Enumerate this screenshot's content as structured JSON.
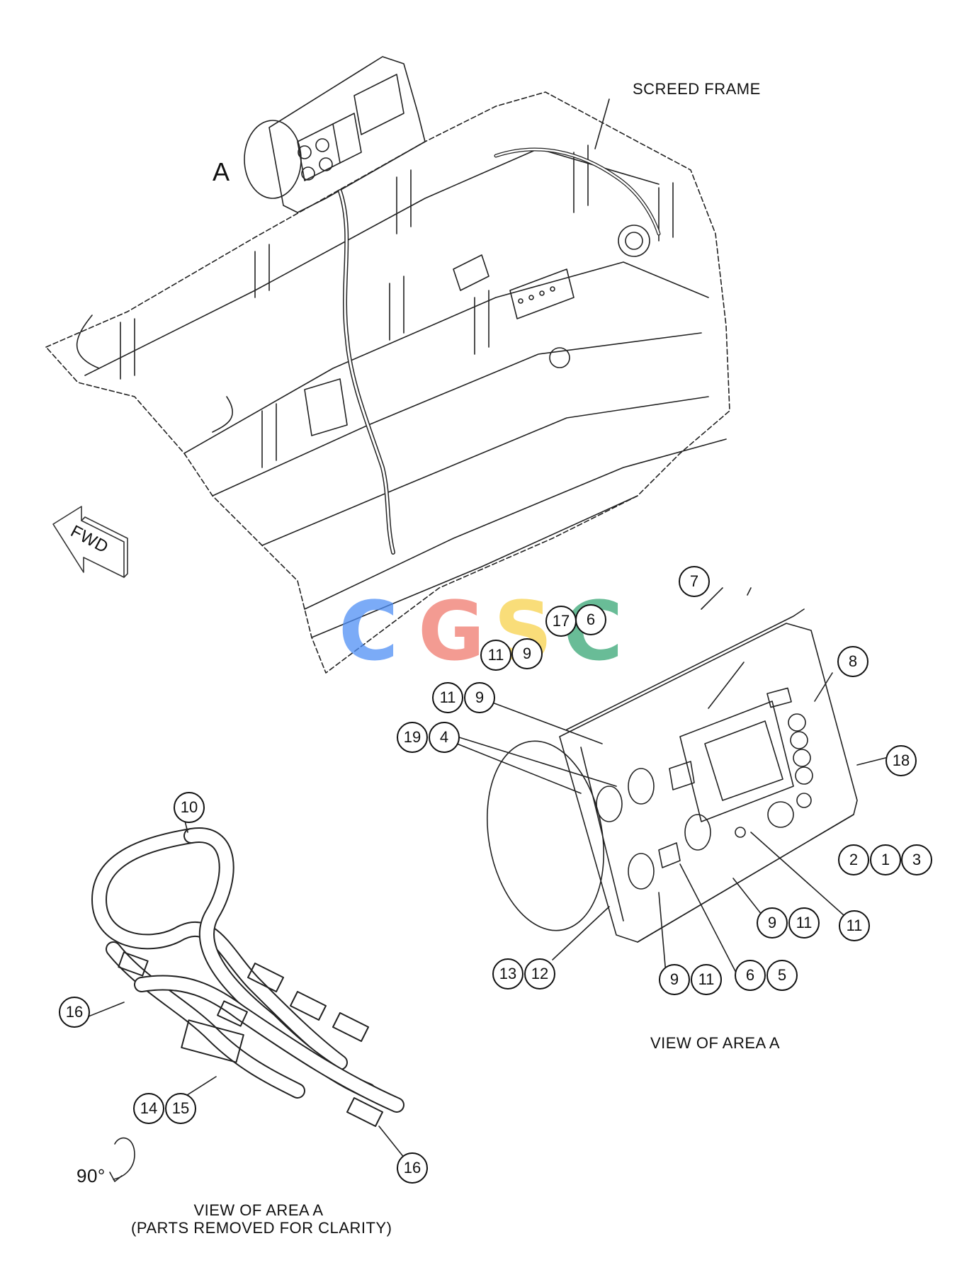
{
  "labels": {
    "screed_frame": "SCREED FRAME",
    "area_a": "A",
    "fwd": "FWD",
    "view_area_a": "VIEW OF AREA A",
    "view_area_a_parts_line1": "VIEW OF AREA A",
    "view_area_a_parts_line2": "(PARTS REMOVED FOR CLARITY)",
    "rotation": "90°"
  },
  "callouts": [
    "7",
    "17",
    "6",
    "11",
    "9",
    "8",
    "11",
    "9",
    "19",
    "4",
    "18",
    "2",
    "1",
    "3",
    "9",
    "11",
    "11",
    "13",
    "12",
    "9",
    "11",
    "6",
    "5",
    "10",
    "16",
    "14",
    "15",
    "16"
  ],
  "watermark": {
    "letters": [
      "C",
      "G",
      "S",
      "C"
    ],
    "colors": [
      "#4f8ff5",
      "#f07a6e",
      "#f7d24d",
      "#38a675"
    ]
  },
  "colors": {
    "line": "#222222",
    "background": "#ffffff"
  }
}
